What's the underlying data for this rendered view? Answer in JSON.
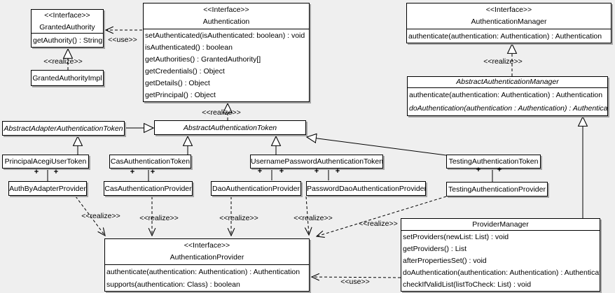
{
  "diagram": {
    "colors": {
      "background": "#efefef",
      "box_fill": "#ffffff",
      "line": "#000000",
      "shadow": "#a6a6a6"
    },
    "labels": {
      "use": "<<use>>",
      "realize": "<<realize>>",
      "plus": "+"
    },
    "classes": {
      "granted_authority": {
        "stereotype": "<<Interface>>",
        "name": "GrantedAuthority",
        "methods": [
          "getAuthority() : String"
        ]
      },
      "granted_authority_impl": {
        "name": "GrantedAuthorityImpl"
      },
      "authentication": {
        "stereotype": "<<Interface>>",
        "name": "Authentication",
        "methods": [
          "setAuthenticated(isAuthenticated: boolean) : void",
          "isAuthenticated() : boolean",
          "getAuthorities() : GrantedAuthority[]",
          "getCredentials() : Object",
          "getDetails() : Object",
          "getPrincipal() : Object"
        ]
      },
      "authentication_manager": {
        "stereotype": "<<Interface>>",
        "name": "AuthenticationManager",
        "methods": [
          "authenticate(authentication: Authentication) : Authentication"
        ]
      },
      "abstract_authentication_manager": {
        "name": "AbstractAuthenticationManager",
        "methods": [
          "authenticate(authentication: Authentication) : Authentication",
          "doAuthentication(authentication : Authentication) : Authentication"
        ]
      },
      "abstract_adapter_authentication_token": {
        "name": "AbstractAdapterAuthenticationToken"
      },
      "abstract_authentication_token": {
        "name": "AbstractAuthenticationToken"
      },
      "principal_acegi_user_token": {
        "name": "PrincipalAcegiUserToken"
      },
      "cas_authentication_token": {
        "name": "CasAuthenticationToken"
      },
      "username_password_authentication_token": {
        "name": "UsernamePasswordAuthenticationToken"
      },
      "testing_authentication_token": {
        "name": "TestingAuthenticationToken"
      },
      "auth_by_adapter_provider": {
        "name": "AuthByAdapterProvider"
      },
      "cas_authentication_provider": {
        "name": "CasAuthenticationProvider"
      },
      "dao_authentication_provider": {
        "name": "DaoAuthenticationProvider"
      },
      "password_dao_authentication_provider": {
        "name": "PasswordDaoAuthenticationProvider"
      },
      "testing_authentication_provider": {
        "name": "TestingAuthenticationProvider"
      },
      "authentication_provider": {
        "stereotype": "<<Interface>>",
        "name": "AuthenticationProvider",
        "methods": [
          "authenticate(authentication: Authentication) : Authentication",
          "supports(authentication: Class) : boolean"
        ]
      },
      "provider_manager": {
        "name": "ProviderManager",
        "methods": [
          "setProviders(newList: List) : void",
          "getProviders() : List",
          "afterPropertiesSet() : void",
          "doAuthentication(authentication: Authentication) : Authentication",
          "checkIfValidList(listToCheck: List) : void"
        ]
      }
    }
  }
}
